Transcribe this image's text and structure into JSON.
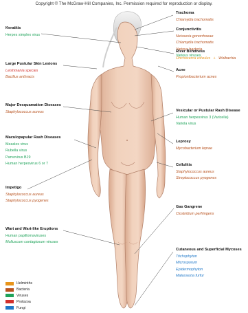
{
  "copyright": "Copyright © The McGraw-Hill Companies, Inc. Permission required for reproduction or display.",
  "colors": {
    "helminths": "#e8941a",
    "bacteria": "#b8521e",
    "viruses": "#1fa35a",
    "protozoa": "#d2302c",
    "fungi": "#1f78c8"
  },
  "left_labels": [
    {
      "title": "Keratitis",
      "organisms": [
        {
          "name": "Herpes simplex virus",
          "type": "viruses"
        }
      ]
    },
    {
      "title": "Large Pustular Skin Lesions",
      "organisms": [
        {
          "name": "Leishmania species",
          "type": "protozoa"
        },
        {
          "name": "Bacillus anthracis",
          "type": "bacteria"
        }
      ]
    },
    {
      "title": "Major Desquamation Diseases",
      "organisms": [
        {
          "name": "Staphylococcus aureus",
          "type": "bacteria"
        }
      ]
    },
    {
      "title": "Maculopapular Rash Diseases",
      "organisms": [
        {
          "name": "Measles virus",
          "type": "viruses"
        },
        {
          "name": "Rubella virus",
          "type": "viruses"
        },
        {
          "name": "Parvovirus B19",
          "type": "viruses"
        },
        {
          "name": "Human herpesvirus 6 or 7",
          "type": "viruses"
        }
      ]
    },
    {
      "title": "Impetigo",
      "organisms": [
        {
          "name": "Staphylococcus aureus",
          "type": "bacteria"
        },
        {
          "name": "Staphylococcus pyogenes",
          "type": "bacteria"
        }
      ]
    },
    {
      "title": "Wart and Wart-like Eruptions",
      "organisms": [
        {
          "name": "Human papillomaviruses",
          "type": "viruses"
        },
        {
          "name": "Molluscum contagiosum viruses",
          "type": "viruses"
        }
      ]
    }
  ],
  "right_labels": [
    {
      "title": "Trachoma",
      "organisms": [
        {
          "name": "Chlamydia trachomatis",
          "type": "bacteria"
        }
      ]
    },
    {
      "title": "Conjunctivitis",
      "organisms": [
        {
          "name": "Neisseria gonorrhoeae",
          "type": "bacteria"
        },
        {
          "name": "Chlamydia trachomatis",
          "type": "bacteria"
        },
        {
          "name": "Various bacteria",
          "type": "bacteria"
        },
        {
          "name": "Various viruses",
          "type": "viruses"
        }
      ]
    },
    {
      "title": "River Blindness",
      "organisms": [
        {
          "name": "Onchocerca volvulus",
          "type": "helminths"
        },
        {
          "name": "+",
          "type": "helminths"
        },
        {
          "name": "Wolbachia",
          "type": "bacteria"
        }
      ]
    },
    {
      "title": "Acne",
      "organisms": [
        {
          "name": "Propionibacterium acnes",
          "type": "bacteria"
        }
      ]
    },
    {
      "title": "Vesicular or Pustular Rash Disease",
      "organisms": [
        {
          "name": "Human herpesvirus 3 (Varicella)",
          "type": "viruses"
        },
        {
          "name": "Variola virus",
          "type": "viruses"
        }
      ]
    },
    {
      "title": "Leprosy",
      "organisms": [
        {
          "name": "Mycobacterium leprae",
          "type": "bacteria"
        }
      ]
    },
    {
      "title": "Cellulitis",
      "organisms": [
        {
          "name": "Staphylococcus aureus",
          "type": "bacteria"
        },
        {
          "name": "Streptococcus pyogenes",
          "type": "bacteria"
        }
      ]
    },
    {
      "title": "Gas Gangrene",
      "organisms": [
        {
          "name": "Clostridium perfringens",
          "type": "bacteria"
        }
      ]
    },
    {
      "title": "Cutaneous and Superficial Mycoses",
      "organisms": [
        {
          "name": "Trichophyton",
          "type": "fungi"
        },
        {
          "name": "Microsporum",
          "type": "fungi"
        },
        {
          "name": "Epidermophyton",
          "type": "fungi"
        },
        {
          "name": "Malassezia furfur",
          "type": "fungi"
        }
      ]
    }
  ],
  "legend": [
    {
      "label": "Helminths",
      "type": "helminths"
    },
    {
      "label": "Bacteria",
      "type": "bacteria"
    },
    {
      "label": "Viruses",
      "type": "viruses"
    },
    {
      "label": "Protozoa",
      "type": "protozoa"
    },
    {
      "label": "Fungi",
      "type": "fungi"
    }
  ]
}
